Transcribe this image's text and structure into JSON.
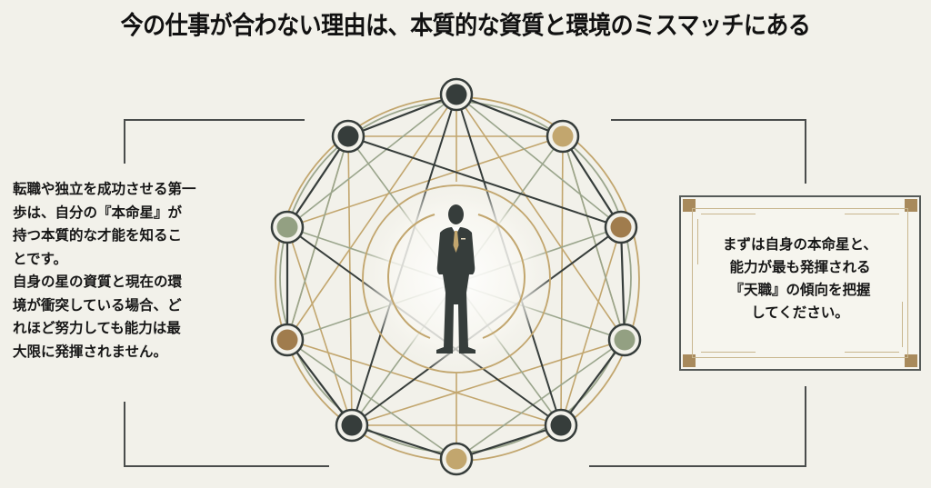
{
  "title": "今の仕事が合わない理由は、本質的な資質と環境のミスマッチにある",
  "left_text": {
    "lines": [
      "転職や独立を成功させる第一",
      "歩は、自分の『本命星』が",
      "持つ本質的な才能を知るこ",
      "とです。",
      "自身の星の資質と現在の環",
      "境が衝突している場合、ど",
      "れほど努力しても能力は最",
      "大限に発揮されません。"
    ]
  },
  "right_panel": {
    "lines": [
      "まずは自身の本命星と、",
      "能力が最も発揮される",
      "『天職』の傾向を把握",
      "してください。"
    ]
  },
  "diagram": {
    "center_figure": "businessman-silhouette",
    "nodes": [
      {
        "name": "node-top",
        "color": "#363d3b"
      },
      {
        "name": "node-upper-right",
        "color": "#c2a66e"
      },
      {
        "name": "node-right",
        "color": "#a07c4d"
      },
      {
        "name": "node-lower-right",
        "color": "#93a082"
      },
      {
        "name": "node-bottom-right",
        "color": "#363d3b"
      },
      {
        "name": "node-bottom",
        "color": "#c2a66e"
      },
      {
        "name": "node-bottom-left",
        "color": "#363d3b"
      },
      {
        "name": "node-left-lower",
        "color": "#a07c4d"
      },
      {
        "name": "node-left-upper",
        "color": "#93a082"
      },
      {
        "name": "node-upper-left",
        "color": "#363d3b"
      }
    ],
    "colors": {
      "dark": "#363d3b",
      "gold": "#c2a66e",
      "sage": "#9aa58c",
      "background": "#f2f1ea"
    }
  }
}
